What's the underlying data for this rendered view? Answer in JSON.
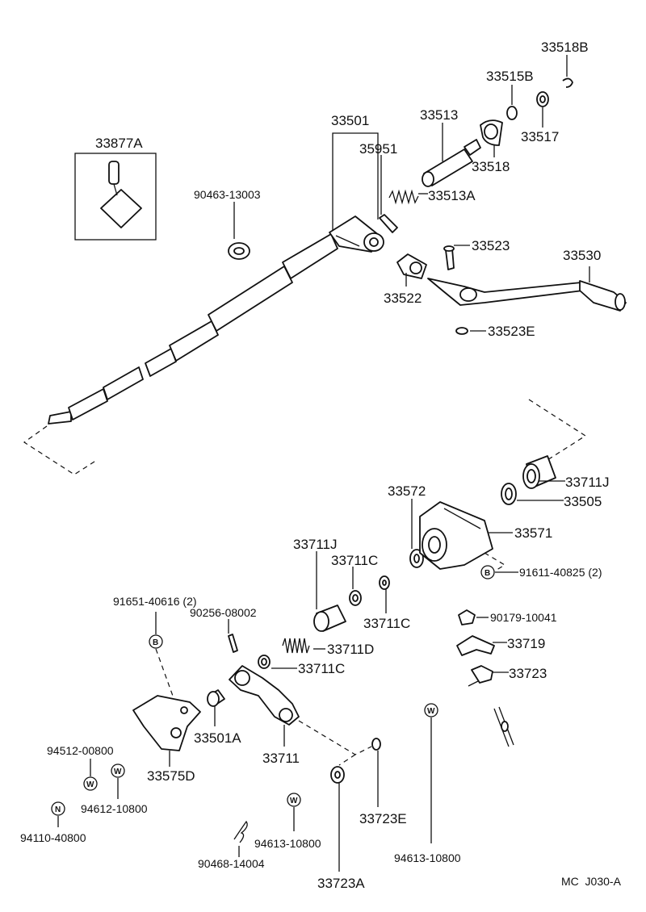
{
  "diagram": {
    "code": "MC  J030-A",
    "labels": {
      "p33518B": "33518B",
      "p33515B": "33515B",
      "p33517": "33517",
      "p33518": "33518",
      "p33513": "33513",
      "p33501": "33501",
      "p35951": "35951",
      "p33513A": "33513A",
      "p33877A": "33877A",
      "p90463": "90463-13003",
      "p33523": "33523",
      "p33530": "33530",
      "p33522": "33522",
      "p33523E": "33523E",
      "p33711J_top": "33711J",
      "p33505": "33505",
      "p33572": "33572",
      "p33571": "33571",
      "p91611": "91611-40825 (2)",
      "p33711J_mid": "33711J",
      "p33711C_a": "33711C",
      "p33711C_b": "33711C",
      "p91651": "91651-40616 (2)",
      "p90256": "90256-08002",
      "p33711D": "33711D",
      "p33711C_c": "33711C",
      "p90179": "90179-10041",
      "p33719": "33719",
      "p33723": "33723",
      "p33501A": "33501A",
      "p33711": "33711",
      "p94512": "94512-00800",
      "p94612": "94612-10800",
      "p33575D": "33575D",
      "p94110": "94110-40800",
      "p94613a": "94613-10800",
      "p33723E": "33723E",
      "p94613b": "94613-10800",
      "p90468": "90468-14004",
      "p33723A": "33723A"
    },
    "markers": {
      "bolt": "B",
      "washer": "W",
      "nut": "N"
    }
  }
}
